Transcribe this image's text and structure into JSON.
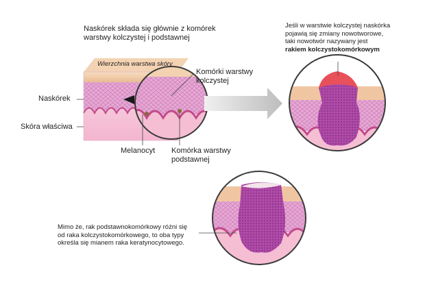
{
  "title_line1": "Naskórek składa się głównie z komórek",
  "title_line2": "warstwy kolczystej i podstawnej",
  "label_surface": "Wierzchnia warstwa skóry",
  "label_epidermis": "Naskórek",
  "label_dermis": "Skóra właściwa",
  "label_spinous_line1": "Komórki warstwy",
  "label_spinous_line2": "kolczystej",
  "label_melanocyte": "Melanocyt",
  "label_basal_line1": "Komórka warstwy",
  "label_basal_line2": "podstawnej",
  "top_right_line1": "Jeśli w warstwie kolczystej naskórka",
  "top_right_line2": "pojawią się zmiany nowotworowe,",
  "top_right_line3": "taki nowotwór nazywany jest",
  "top_right_bold": "rakiem kolczystokomórkowym",
  "bottom_line1": "Mimo że, rak podstawnokomórkowy różni się",
  "bottom_line2": "od raka kolczystokomórkowego, to oba typy",
  "bottom_line3": "określa się mianem raka keratynocytowego.",
  "colors": {
    "surface": "#f0cba7",
    "epidermis": "#e8a7d6",
    "dermis": "#f4bcd2",
    "tumor": "#b04aa8",
    "tumor_top": "#e0404a",
    "arrow": "#c8c8c8",
    "ring": "#3a3a3a"
  }
}
